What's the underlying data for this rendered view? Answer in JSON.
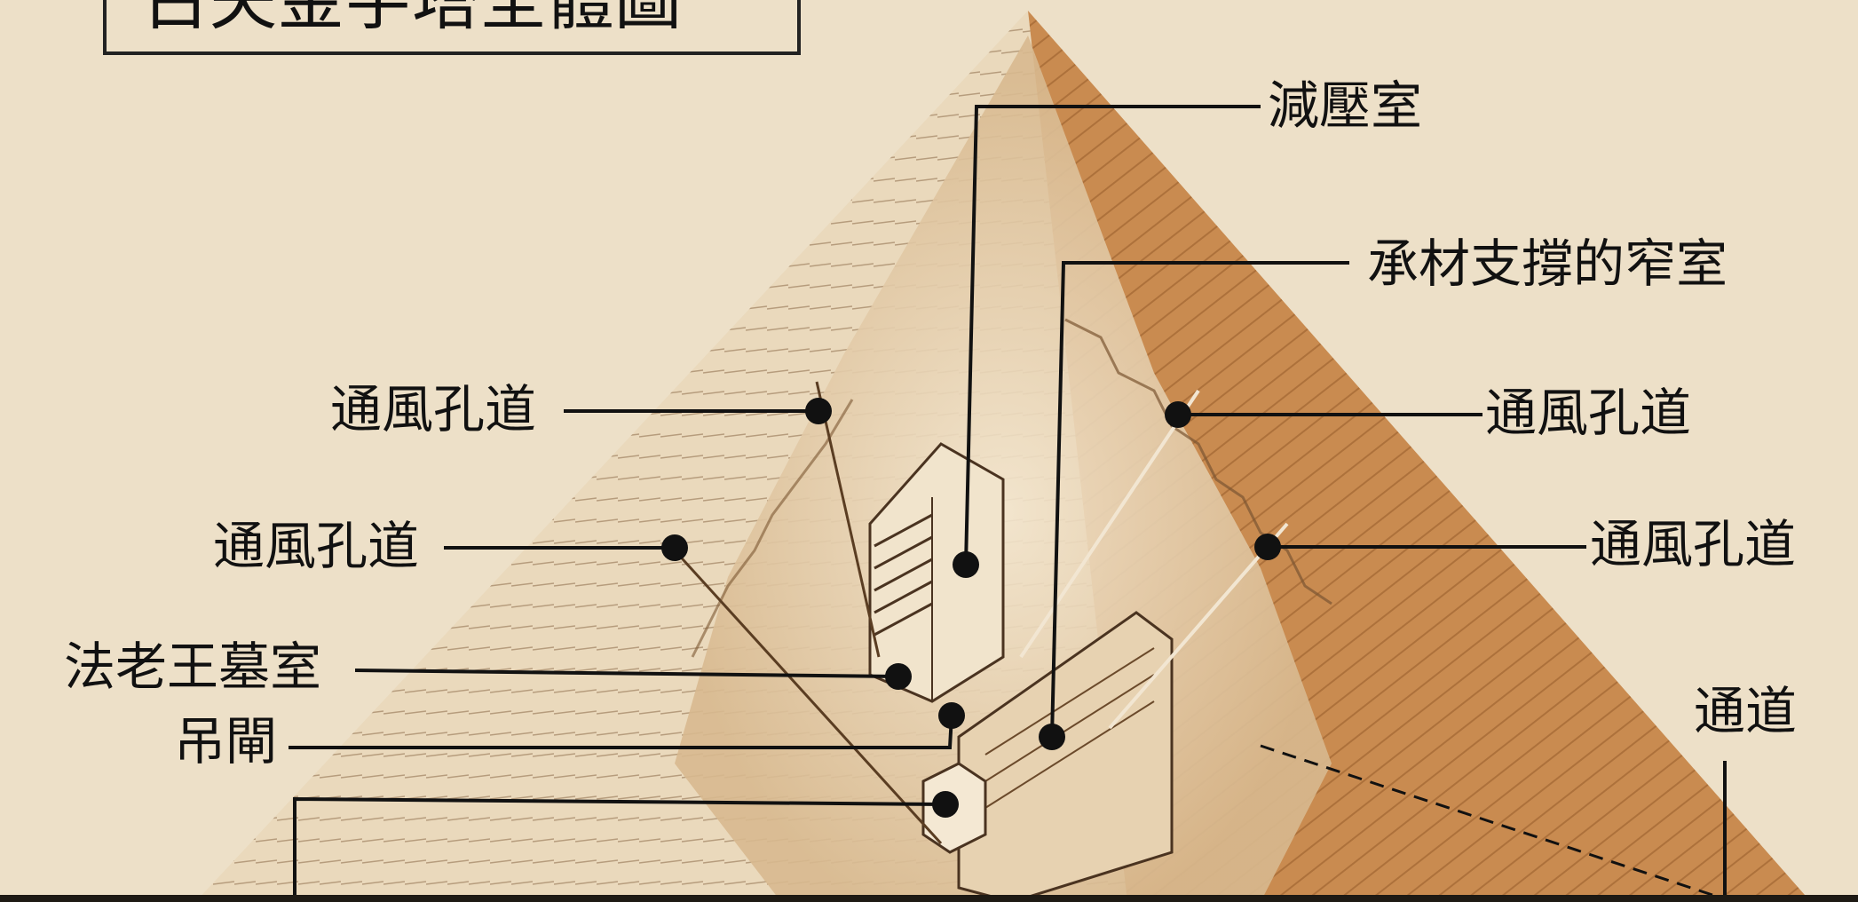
{
  "title": "古夫金字塔全體圖",
  "labels": {
    "relieving_chambers": "減壓室",
    "corbelled_chamber": "承材支撐的窄室",
    "air_shaft_upper_left": "通風孔道",
    "air_shaft_lower_left": "通風孔道",
    "air_shaft_upper_right": "通風孔道",
    "air_shaft_lower_right": "通風孔道",
    "kings_chamber": "法老王墓室",
    "portcullis": "吊閘",
    "passage": "通道"
  },
  "colors": {
    "background": "#ede0c8",
    "left_face": "#ead8bb",
    "right_face": "#c98a4f",
    "leader_line": "#111111"
  }
}
